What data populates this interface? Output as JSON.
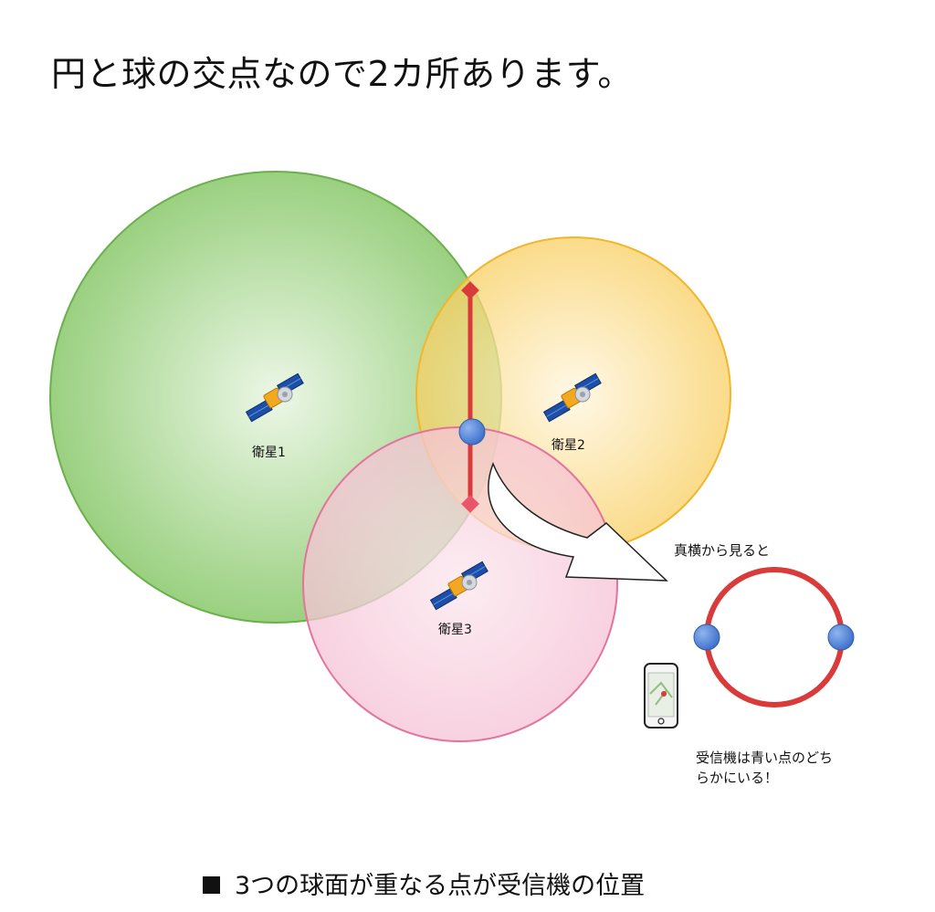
{
  "title": "円と球の交点なので2カ所あります。",
  "caption": "3つの球面が重なる点が受信機の位置",
  "satellites": [
    {
      "label": "衛星1",
      "color": "#7fc36b"
    },
    {
      "label": "衛星2",
      "color": "#f6c94a"
    },
    {
      "label": "衛星3",
      "color": "#ee8fb0"
    }
  ],
  "side_view_label": "真横から見ると",
  "receiver_note": [
    "受信機は青い点のどち",
    "らかにいる！"
  ],
  "colors": {
    "intersection_line": "#d93a3a",
    "receiver_point": "#4a7fd4",
    "side_view_circle": "#d93a3a"
  }
}
